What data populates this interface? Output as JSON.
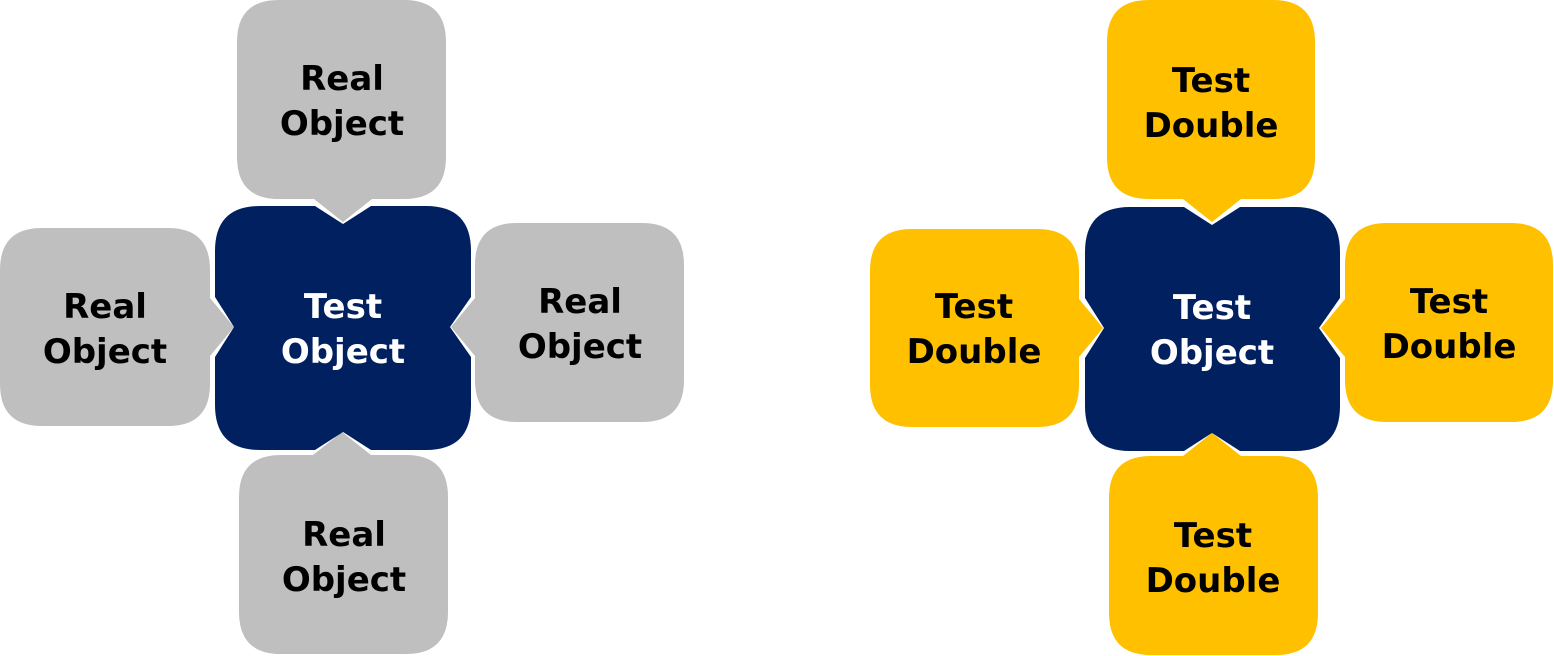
{
  "colors": {
    "center_fill": "#002060",
    "center_text": "#ffffff",
    "real_fill": "#bfbfbf",
    "double_fill": "#ffc000",
    "satellite_text": "#000000",
    "background": "#ffffff"
  },
  "diagrams": [
    {
      "center": {
        "line1": "Test",
        "line2": "Object"
      },
      "satellites": {
        "top": {
          "line1": "Real",
          "line2": "Object"
        },
        "left": {
          "line1": "Real",
          "line2": "Object"
        },
        "right": {
          "line1": "Real",
          "line2": "Object"
        },
        "bottom": {
          "line1": "Real",
          "line2": "Object"
        }
      }
    },
    {
      "center": {
        "line1": "Test",
        "line2": "Object"
      },
      "satellites": {
        "top": {
          "line1": "Test",
          "line2": "Double"
        },
        "left": {
          "line1": "Test",
          "line2": "Double"
        },
        "right": {
          "line1": "Test",
          "line2": "Double"
        },
        "bottom": {
          "line1": "Test",
          "line2": "Double"
        }
      }
    }
  ]
}
